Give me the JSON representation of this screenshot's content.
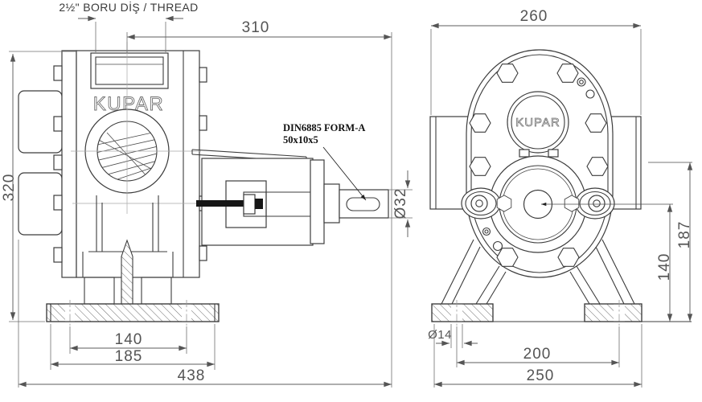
{
  "brand": {
    "logo": "KUPAR"
  },
  "side_view": {
    "thread_label": "2½\" BORU DİŞ / THREAD",
    "keyway_note_line1": "DIN6885 FORM-A",
    "keyway_note_line2": "50x10x5",
    "dims": {
      "length_to_shaft_end": "310",
      "overall_height": "320",
      "shaft_diameter": "Ø32",
      "base_hole_span": "140",
      "base_width": "185",
      "overall_length": "438"
    }
  },
  "front_view": {
    "dims": {
      "overall_width": "260",
      "port_centerline_height": "187",
      "shaft_centerline_height": "140",
      "base_hole_diameter": "Ø14",
      "base_hole_span": "200",
      "base_width": "250"
    }
  },
  "colors": {
    "object_line": "#3c3c3c",
    "dimension_line": "#5e5e5e",
    "background": "#ffffff"
  }
}
